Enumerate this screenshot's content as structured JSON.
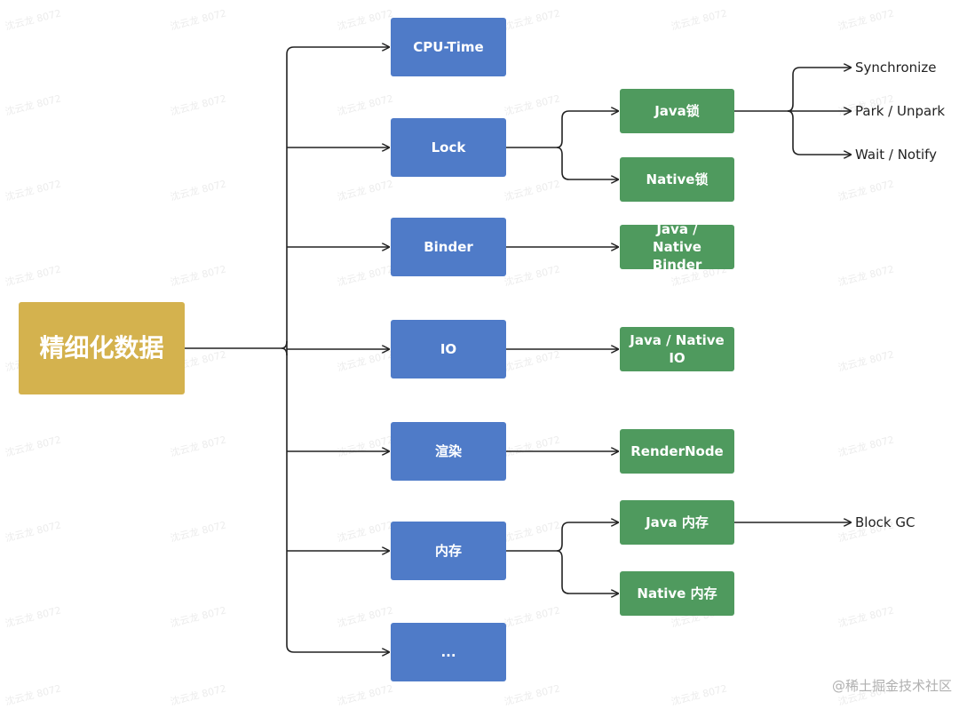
{
  "root": "精细化数据",
  "categories": [
    "CPU-Time",
    "Lock",
    "Binder",
    "IO",
    "渲染",
    "内存",
    "..."
  ],
  "details": {
    "java_lock": "Java锁",
    "native_lock": "Native锁",
    "binder": "Java / Native Binder",
    "io": "Java / Native IO",
    "render": "RenderNode",
    "java_memory": "Java 内存",
    "native_memory": "Native 内存"
  },
  "leaves": {
    "synchronize": "Synchronize",
    "park": "Park / Unpark",
    "wait": "Wait / Notify",
    "block_gc": "Block GC"
  },
  "watermark": "沈云龙 8072",
  "credit": "@稀土掘金技术社区",
  "colors": {
    "root": "#d4b24e",
    "category": "#4f7bc8",
    "detail": "#4f9a5e",
    "line": "#222222"
  }
}
